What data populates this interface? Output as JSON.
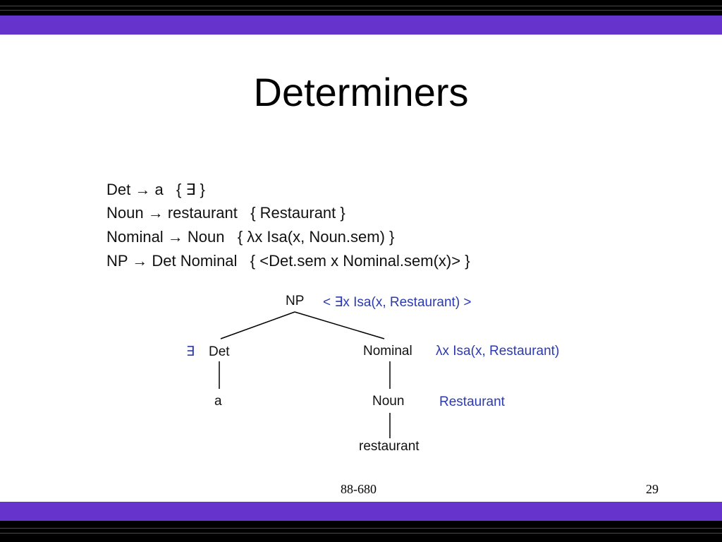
{
  "slide": {
    "title": "Determiners",
    "rules": [
      "Det → a   { ∃ }",
      "Noun → restaurant   { Restaurant }",
      "Nominal → Noun   { λx Isa(x, Noun.sem) }",
      "NP → Det Nominal   { <Det.sem x Nominal.sem(x)> }"
    ],
    "tree": {
      "np": "NP",
      "np_sem": "< ∃x Isa(x, Restaurant) >",
      "det": "Det",
      "det_sem": "∃",
      "a": "a",
      "nominal": "Nominal",
      "nominal_sem": "λx Isa(x, Restaurant)",
      "noun": "Noun",
      "noun_sem": "Restaurant",
      "restaurant": "restaurant"
    },
    "footer": {
      "course": "88-680",
      "page": "29"
    },
    "colors": {
      "band_purple": "#6633cc",
      "semantic_blue": "#2b3ab0"
    }
  }
}
